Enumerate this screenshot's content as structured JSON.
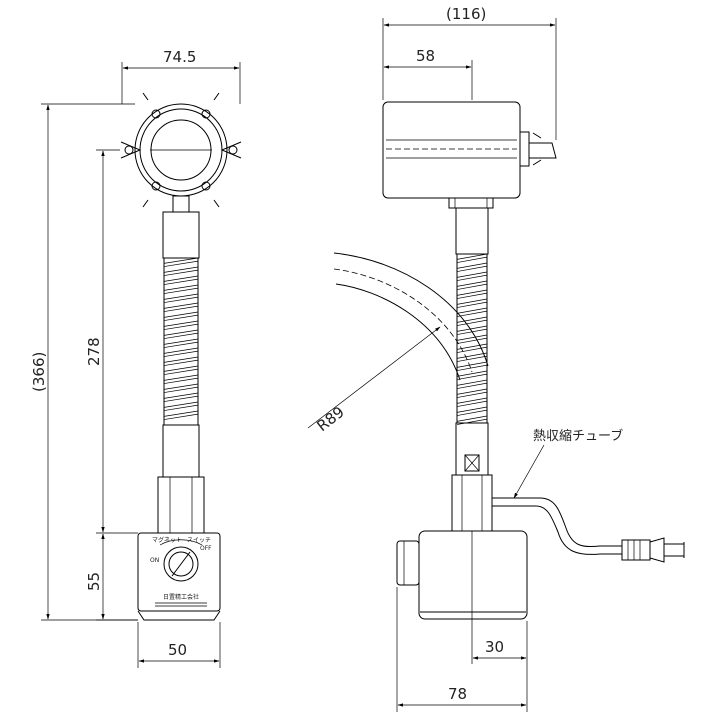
{
  "dimensions": {
    "width_head": "74.5",
    "overall_height": "(366)",
    "arm_length": "278",
    "base_height": "55",
    "base_width": "50",
    "overall_depth": "(116)",
    "head_depth": "58",
    "bend_radius": "R89",
    "base_offset": "30",
    "base_depth": "78"
  },
  "labels": {
    "tube_note": "熱収縮チューブ",
    "switch_on": "ON",
    "switch_off": "OFF",
    "knob_marking_left": "マグネット",
    "knob_marking_right": "スイッチ",
    "maker_plate": "日置精工会社"
  }
}
